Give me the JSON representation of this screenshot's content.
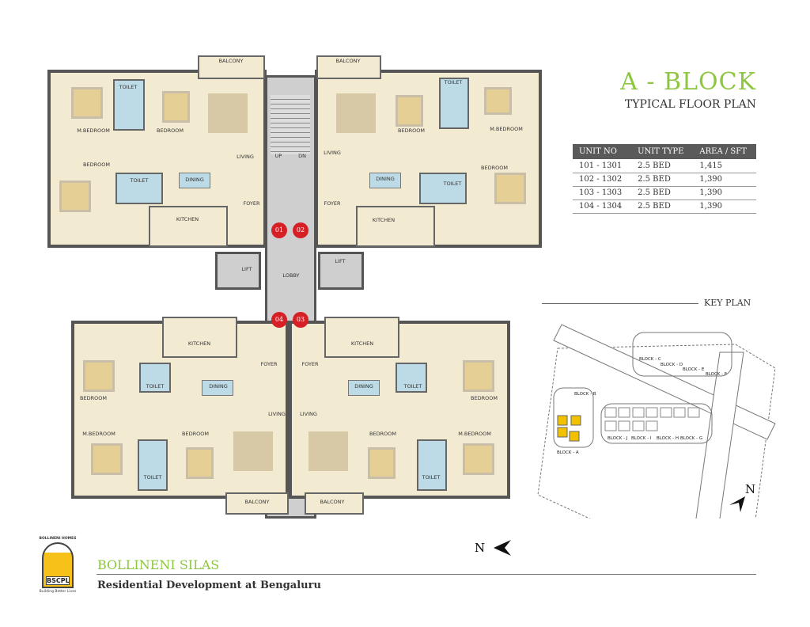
{
  "header": {
    "title": "A - BLOCK",
    "subtitle": "TYPICAL FLOOR PLAN"
  },
  "colors": {
    "accent_green": "#8dc63f",
    "marker_red": "#d71f26",
    "highlight_yellow": "#f2c200"
  },
  "unit_table": {
    "columns": [
      "UNIT NO",
      "UNIT TYPE",
      "AREA / SFT"
    ],
    "rows": [
      [
        "101 - 1301",
        "2.5 BED",
        "1,415"
      ],
      [
        "102 - 1302",
        "2.5 BED",
        "1,390"
      ],
      [
        "103 - 1303",
        "2.5 BED",
        "1,390"
      ],
      [
        "104 - 1304",
        "2.5 BED",
        "1,390"
      ]
    ]
  },
  "plan": {
    "unit1": {
      "mbed": "M.BEDROOM",
      "toilet1": "TOILET",
      "bed1": "BEDROOM",
      "balcony": "BALCONY",
      "living": "LIVING",
      "bed2": "BEDROOM",
      "toilet2": "TOILET",
      "dining": "DINING",
      "foyer": "FOYER",
      "kitchen": "KITCHEN"
    },
    "unit2": {
      "mbed": "M.BEDROOM",
      "toilet1": "TOILET",
      "bed1": "BEDROOM",
      "balcony": "BALCONY",
      "living": "LIVING",
      "bed2": "BEDROOM",
      "toilet2": "TOILET",
      "dining": "DINING",
      "foyer": "FOYER",
      "kitchen": "KITCHEN"
    },
    "unit3": {
      "mbed": "M.BEDROOM",
      "toilet1": "TOILET",
      "bed1": "BEDROOM",
      "balcony": "BALCONY",
      "living": "LIVING",
      "bed2": "BEDROOM",
      "toilet2": "TOILET",
      "dining": "DINING",
      "foyer": "FOYER",
      "kitchen": "KITCHEN"
    },
    "unit4": {
      "mbed": "M.BEDROOM",
      "toilet1": "TOILET",
      "bed1": "BEDROOM",
      "balcony": "BALCONY",
      "living": "LIVING",
      "bed2": "BEDROOM",
      "toilet2": "TOILET",
      "dining": "DINING",
      "foyer": "FOYER",
      "kitchen": "KITCHEN"
    },
    "core": {
      "up": "UP",
      "dn": "DN",
      "lobby": "LOBBY",
      "lift": "LIFT"
    },
    "markers": [
      "01",
      "02",
      "03",
      "04"
    ],
    "north": "N"
  },
  "key_plan": {
    "label": "KEY PLAN",
    "blocks": [
      "BLOCK - A",
      "BLOCK - B",
      "BLOCK - C",
      "BLOCK - D",
      "BLOCK - E",
      "BLOCK - F",
      "BLOCK - G",
      "BLOCK - H",
      "BLOCK - I",
      "BLOCK - J"
    ],
    "north": "N"
  },
  "footer": {
    "logo_top": "BOLLINENI HOMES",
    "logo_mark": "BSCPL",
    "logo_tagline": "Building Better Lives",
    "project_name": "BOLLINENI SILAS",
    "project_desc": "Residential Development at Bengaluru"
  }
}
